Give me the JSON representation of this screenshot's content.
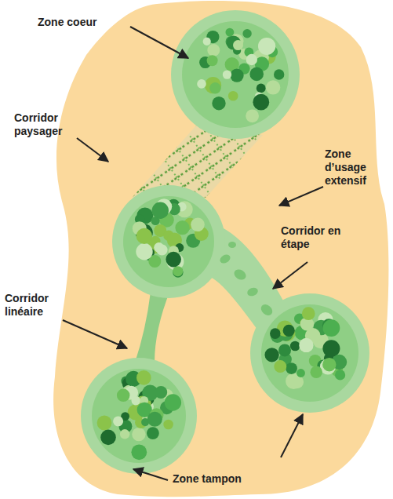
{
  "diagram": {
    "labels": [
      "Zone coeur",
      "Corridor paysager",
      "Zone d’usage extensif",
      "Corridor en étape",
      "Corridor linéaire",
      "Zone tampon"
    ]
  }
}
